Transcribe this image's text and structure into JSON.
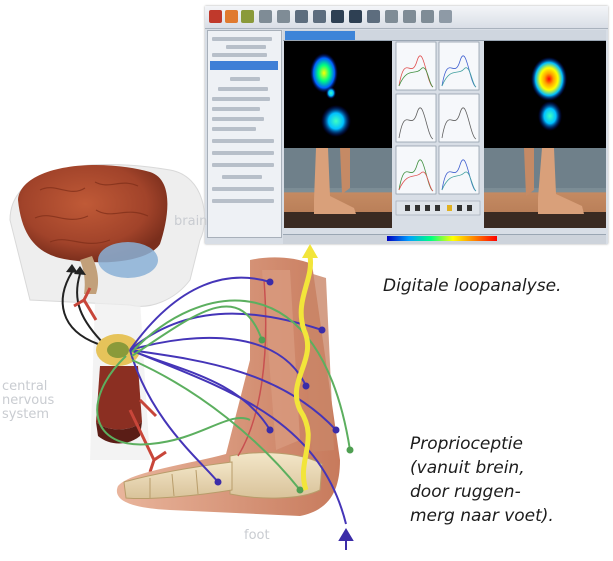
{
  "captions": {
    "gait_analysis": "Digitale loopanalyse.",
    "proprioception_lines": [
      "Proprioceptie",
      "(vanuit brein,",
      "door ruggen-",
      "merg naar voet)."
    ]
  },
  "illustration_labels": {
    "brain": "brain",
    "cns_lines": [
      "central",
      "nervous",
      "system"
    ],
    "foot": "foot"
  },
  "colors": {
    "nerve_purple": "#4535b8",
    "nerve_green": "#5caf5f",
    "nerve_yellow": "#f2e53a",
    "spinal_arrows": "#222222",
    "brain": "#a8462a",
    "heatmap_hot": "#ff0000",
    "heatmap_cold": "#0000c0"
  },
  "icons": [
    "software-screenshot",
    "brain-illustration",
    "spinal-cord-illustration",
    "foot-anatomy-illustration"
  ]
}
